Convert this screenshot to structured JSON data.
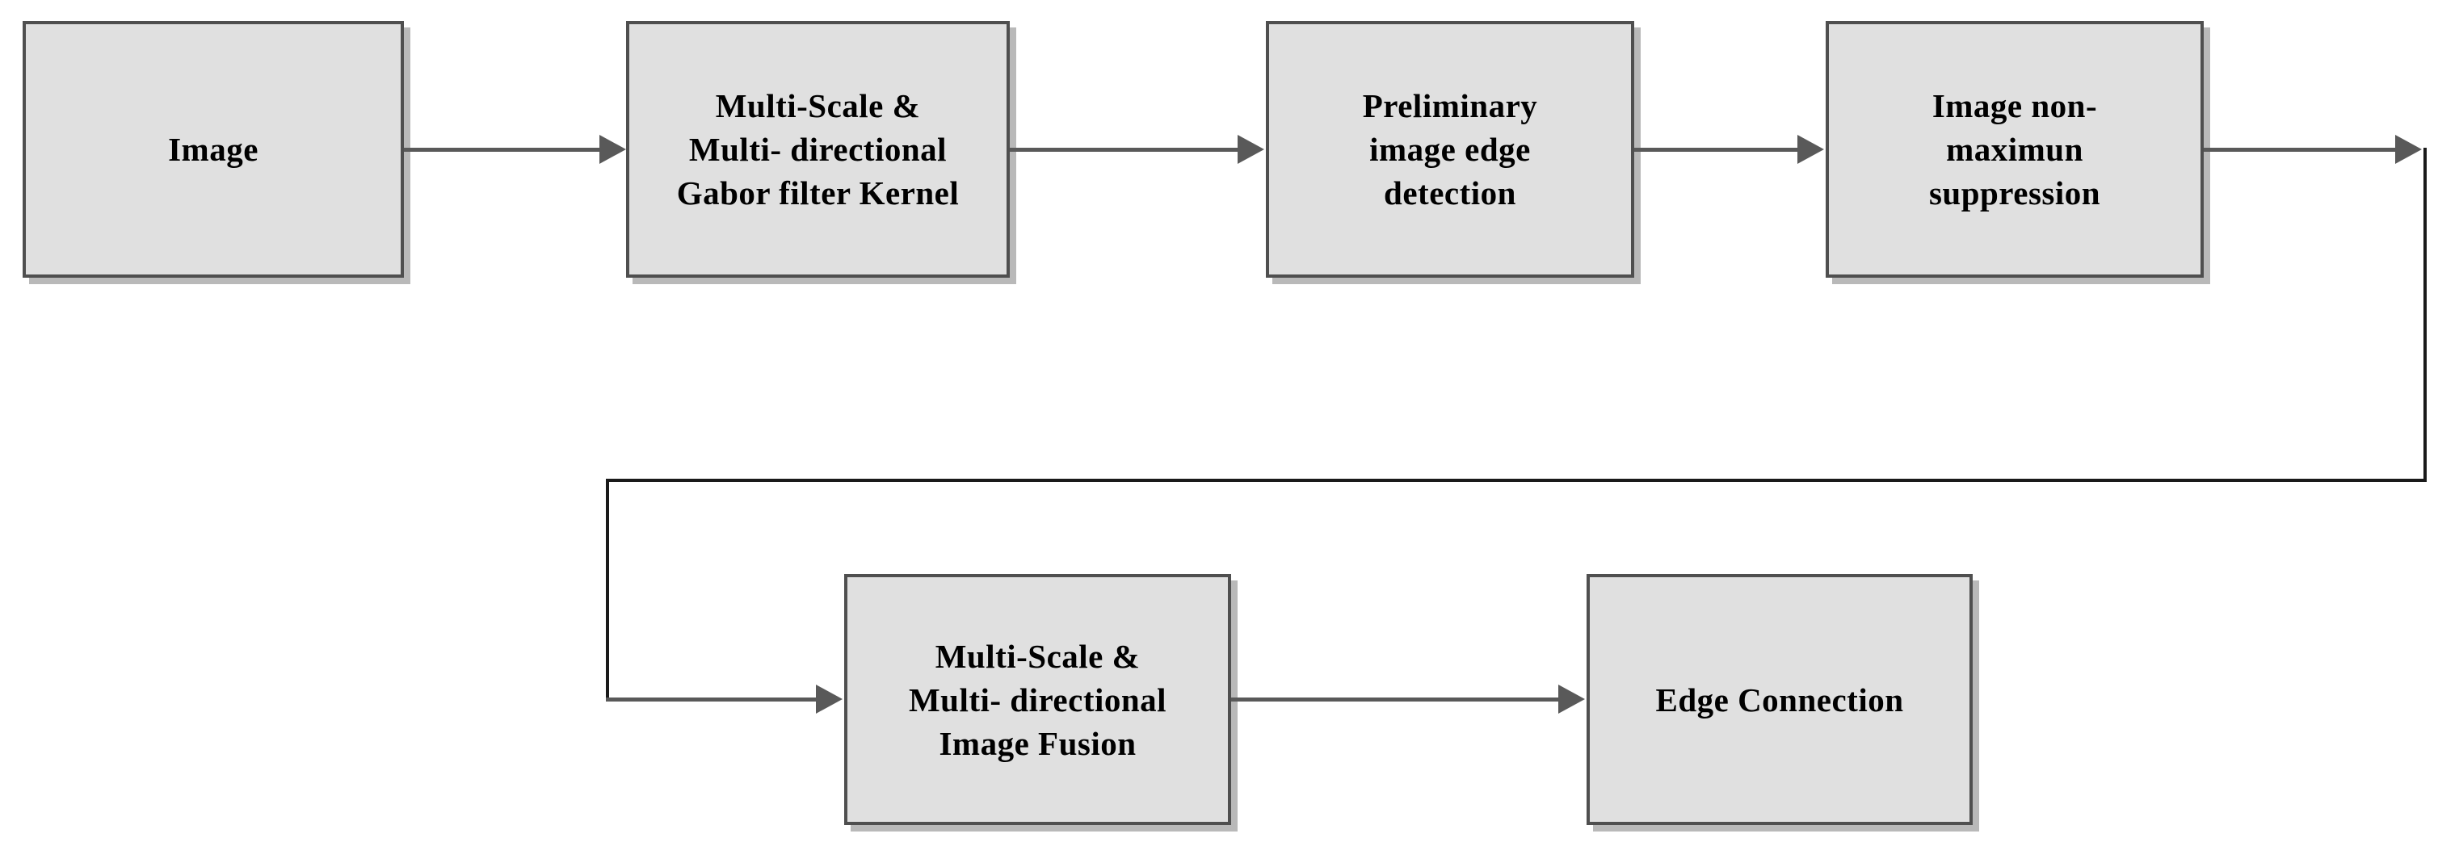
{
  "diagram": {
    "type": "flowchart",
    "boxes": [
      {
        "id": "image",
        "label": "Image"
      },
      {
        "id": "gabor-filter-kernel",
        "label": "Multi-Scale &\nMulti- directional\nGabor filter Kernel"
      },
      {
        "id": "preliminary-edge-detection",
        "label": "Preliminary\nimage edge\ndetection"
      },
      {
        "id": "non-maximum-suppression",
        "label": "Image non-\nmaximun\nsuppression"
      },
      {
        "id": "image-fusion",
        "label": "Multi-Scale &\nMulti- directional\nImage Fusion"
      },
      {
        "id": "edge-connection",
        "label": "Edge Connection"
      }
    ],
    "flow": [
      "image -> gabor-filter-kernel",
      "gabor-filter-kernel -> preliminary-edge-detection",
      "preliminary-edge-detection -> non-maximum-suppression",
      "non-maximum-suppression -> image-fusion",
      "image-fusion -> edge-connection"
    ],
    "colors": {
      "background": "#ffffff",
      "box_fill": "#e0e0e0",
      "box_border": "#4f4f4f",
      "box_shadow": "#b9b9b9",
      "arrow": "#595959",
      "return_line": "#1a1a1a",
      "text": "#000000"
    }
  }
}
